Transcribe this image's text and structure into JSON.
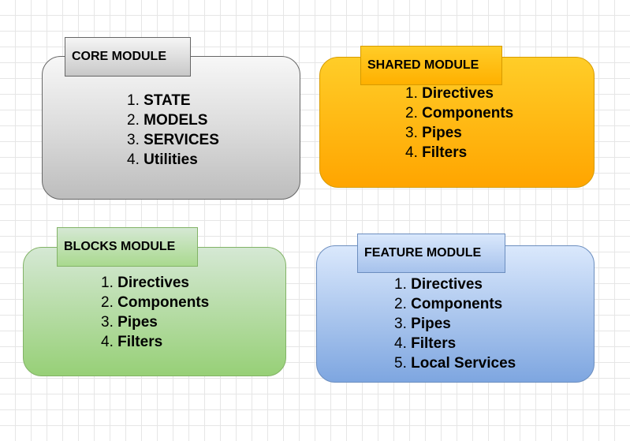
{
  "core": {
    "title": "CORE MODULE",
    "items": [
      {
        "num": "1.",
        "text": "STATE"
      },
      {
        "num": "2.",
        "text": "MODELS"
      },
      {
        "num": "3.",
        "text": "SERVICES"
      },
      {
        "num": "4.",
        "text": "Utilities"
      }
    ]
  },
  "shared": {
    "title": "SHARED MODULE",
    "items": [
      {
        "num": "1.",
        "text": "Directives"
      },
      {
        "num": "2.",
        "text": "Components"
      },
      {
        "num": "3.",
        "text": "Pipes"
      },
      {
        "num": "4.",
        "text": "Filters"
      }
    ]
  },
  "blocks": {
    "title": "BLOCKS MODULE",
    "items": [
      {
        "num": "1.",
        "text": "Directives"
      },
      {
        "num": "2.",
        "text": "Components"
      },
      {
        "num": "3.",
        "text": "Pipes"
      },
      {
        "num": "4.",
        "text": "Filters"
      }
    ]
  },
  "feature": {
    "title": "FEATURE MODULE",
    "items": [
      {
        "num": "1.",
        "text": "Directives"
      },
      {
        "num": "2.",
        "text": "Components"
      },
      {
        "num": "3.",
        "text": "Pipes"
      },
      {
        "num": "4.",
        "text": "Filters"
      },
      {
        "num": "5.",
        "text": "Local Services"
      }
    ]
  },
  "colors": {
    "core_fill": "#d0d0d0",
    "shared_fill": "#ffb81c",
    "blocks_fill": "#b7dfa4",
    "feature_fill": "#a9c4ee"
  }
}
